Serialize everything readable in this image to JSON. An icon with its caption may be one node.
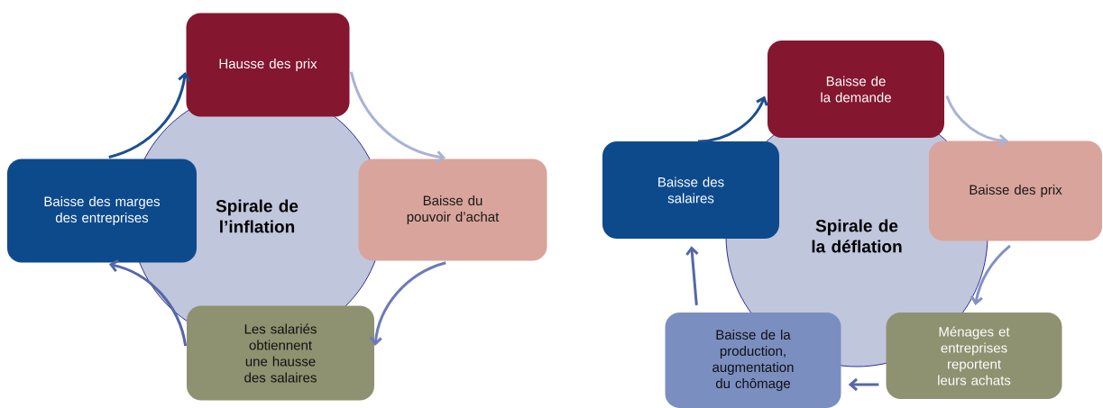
{
  "diagram": {
    "nodes": [
      {
        "text": [
          "Spirale de l’inflation"
        ]
      },
      {
        "text": [
          "Hausse des prix"
        ]
      },
      {
        "text": [
          "Baisse du pouvoir d’achat"
        ]
      },
      {
        "text": [
          "Les salariés obtiennent une hausse des salaires"
        ]
      },
      {
        "text": [
          "Baisse des marges des entreprises"
        ]
      },
      {
        "text": [
          "Spirale de la déflation"
        ]
      },
      {
        "text": [
          "Baisse de la demande"
        ]
      },
      {
        "text": [
          "Baisse des prix"
        ]
      },
      {
        "text": [
          "Ménages et entreprises reportent leurs achats"
        ]
      },
      {
        "text": [
          "Baisse de la production, augmentation du chômage"
        ]
      },
      {
        "text": [
          "Baisse des salaires"
        ]
      }
    ],
    "edges": [
      {
        "from": 1,
        "to": 2,
        "arrow": "to",
        "color": "#a9b3d6"
      },
      {
        "from": 2,
        "to": 3,
        "arrow": "to",
        "color": "#6b7bb8"
      },
      {
        "from": 3,
        "to": 4,
        "arrow": "to",
        "color": "#5567a8"
      },
      {
        "from": 4,
        "to": 1,
        "arrow": "to",
        "color": "#1d4f8f"
      },
      {
        "from": 6,
        "to": 7,
        "arrow": "to",
        "color": "#a9b3d6"
      },
      {
        "from": 7,
        "to": 8,
        "arrow": "to",
        "color": "#8390c4"
      },
      {
        "from": 8,
        "to": 9,
        "arrow": "to",
        "color": "#5567a8"
      },
      {
        "from": 9,
        "to": 10,
        "arrow": "to",
        "color": "#5567a8"
      },
      {
        "from": 10,
        "to": 6,
        "arrow": "to",
        "color": "#1d4f8f"
      }
    ]
  }
}
